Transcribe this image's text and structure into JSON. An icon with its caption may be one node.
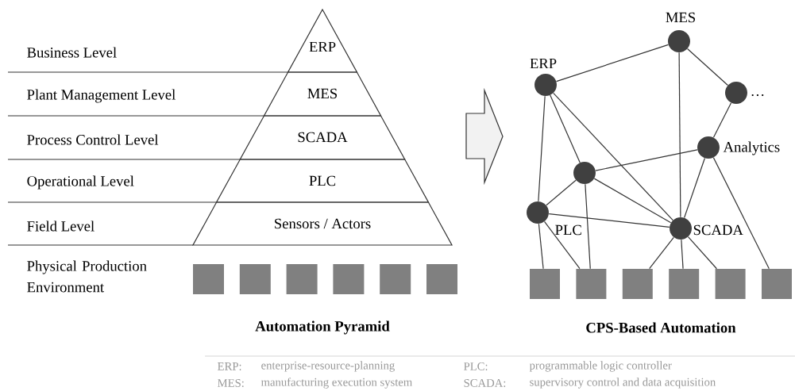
{
  "diagram": {
    "nodes": [
      {
        "text": [
          "ERP"
        ]
      },
      {
        "text": [
          "MES"
        ]
      },
      {
        "text": [
          "SCADA"
        ]
      },
      {
        "text": [
          "PLC"
        ]
      },
      {
        "text": [
          "Sensors / Actors"
        ]
      },
      {
        "text": [
          "MES"
        ]
      },
      {
        "text": [
          "ERP"
        ]
      },
      {
        "text": [
          "…"
        ]
      },
      {
        "text": [
          "Analytics"
        ]
      },
      {
        "text": [],
        "shape": "circle"
      },
      {
        "text": [
          "PLC"
        ]
      },
      {
        "text": [
          "SCADA"
        ]
      },
      {
        "text": [],
        "shape": "box"
      },
      {
        "text": [],
        "shape": "box"
      },
      {
        "text": [],
        "shape": "box"
      },
      {
        "text": [],
        "shape": "box"
      },
      {
        "text": [],
        "shape": "box"
      },
      {
        "text": [],
        "shape": "box"
      },
      {
        "text": [],
        "shape": "box"
      },
      {
        "text": [],
        "shape": "box"
      },
      {
        "text": [],
        "shape": "box"
      },
      {
        "text": [],
        "shape": "box"
      },
      {
        "text": [],
        "shape": "box"
      },
      {
        "text": [],
        "shape": "box"
      }
    ],
    "edges": [
      {
        "from": 6,
        "to": 5,
        "arrow": "none"
      },
      {
        "from": 5,
        "to": 7,
        "arrow": "none"
      },
      {
        "from": 5,
        "to": 11,
        "arrow": "none"
      },
      {
        "from": 7,
        "to": 8,
        "arrow": "none"
      },
      {
        "from": 6,
        "to": 10,
        "arrow": "none"
      },
      {
        "from": 6,
        "to": 9,
        "arrow": "none"
      },
      {
        "from": 6,
        "to": 11,
        "arrow": "none"
      },
      {
        "from": 8,
        "to": 9,
        "arrow": "none"
      },
      {
        "from": 8,
        "to": 11,
        "arrow": "none"
      },
      {
        "from": 8,
        "to": 17,
        "arrow": "none"
      },
      {
        "from": 9,
        "to": 10,
        "arrow": "none"
      },
      {
        "from": 9,
        "to": 11,
        "arrow": "none"
      },
      {
        "from": 9,
        "to": 13,
        "arrow": "none"
      },
      {
        "from": 10,
        "to": 11,
        "arrow": "none"
      },
      {
        "from": 10,
        "to": 12,
        "arrow": "none"
      },
      {
        "from": 10,
        "to": 13,
        "arrow": "none"
      },
      {
        "from": 11,
        "to": 14,
        "arrow": "none"
      },
      {
        "from": 11,
        "to": 15,
        "arrow": "none"
      },
      {
        "from": 11,
        "to": 16,
        "arrow": "none"
      }
    ],
    "labels": [
      "Business Level",
      "Plant Management Level",
      "Process Control Level",
      "Operational Level",
      "Field Level",
      "Physical Production Environment",
      "Automation Pyramid",
      "CPS-Based Automation",
      "ERP:",
      "enterprise-resource-planning",
      "PLC:",
      "programmable logic controller",
      "MES:",
      "manufacturing execution system",
      "SCADA:",
      "supervisory control and data acquisition"
    ]
  }
}
